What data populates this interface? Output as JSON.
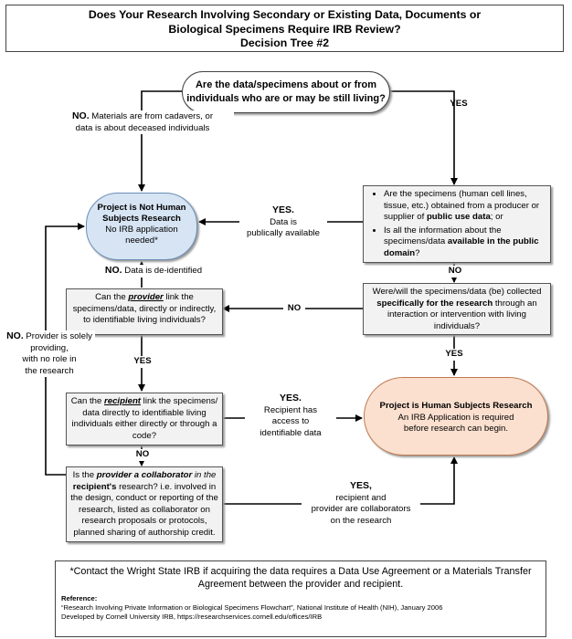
{
  "title": {
    "line1": "Does Your Research Involving Secondary or Existing Data, Documents or",
    "line2": "Biological Specimens Require IRB Review?",
    "line3": "Decision Tree #2"
  },
  "start": {
    "line1": "Are the data/specimens about or from",
    "line2": "individuals who are or may be still living?"
  },
  "labels": {
    "yes_top": "YES",
    "no_cadaver_bold": "NO.",
    "no_cadaver_text1": " Materials are from cadavers, or",
    "no_cadaver_text2": "data is about deceased individuals",
    "yes_public_bold": "YES.",
    "yes_public_text1": "Data is",
    "yes_public_text2": "publically available",
    "no_public": "NO",
    "no_deid_bold": "NO.",
    "no_deid_text": " Data is de-identified",
    "no_specific": "NO",
    "yes_specific": "YES",
    "no_provider_bold": "NO.",
    "no_provider_text1": " Provider is solely",
    "no_provider_text2": "providing,",
    "no_provider_text3": "with no role in",
    "no_provider_text4": "the research",
    "yes_provider_link": "YES",
    "yes_access_bold": "YES.",
    "yes_access_text1": "Recipient has",
    "yes_access_text2": "access to",
    "yes_access_text3": "identifiable data",
    "no_recipient": "NO",
    "yes_collab_bold": "YES,",
    "yes_collab_text1": "recipient and",
    "yes_collab_text2": "provider are collaborators",
    "yes_collab_text3": "on the research"
  },
  "not_human": {
    "title1": "Project is Not Human",
    "title2": "Subjects Research",
    "text1": "No IRB application",
    "text2": "needed*"
  },
  "public_box": {
    "bullet1_a": "Are the specimens (human cell lines, tissue, etc.) obtained from a producer or supplier of ",
    "bullet1_b": "public use data",
    "bullet1_c": "; or",
    "bullet2_a": "Is all the information about the specimens/data ",
    "bullet2_b": "available in the public domain",
    "bullet2_c": "?"
  },
  "specific_box": {
    "a": "Were/will the specimens/data (be) collected ",
    "b": "specifically for the research",
    "c": " through an interaction or intervention with living individuals?"
  },
  "provider_box": {
    "a": "Can the ",
    "b": "provider",
    "c": " link the specimens/data, directly or indirectly, to identifiable living individuals?"
  },
  "recipient_box": {
    "a": "Can the ",
    "b": "recipient",
    "c": " link the specimens/ data directly to identifiable living individuals either directly or through a code?"
  },
  "collab_box": {
    "a": "Is the ",
    "b": "provider a collaborator",
    "c": " in the ",
    "d": "recipient's",
    "e": " research? i.e. involved in the design, conduct or reporting of the research, listed as collaborator on research proposals or protocols, planned sharing of authorship credit."
  },
  "human": {
    "title": "Project is Human Subjects Research",
    "text": "An IRB Application is required before research can begin."
  },
  "footer": {
    "note": "*Contact the Wright State IRB if acquiring the data requires a Data Use Agreement or a Materials Transfer Agreement  between the provider and recipient.",
    "ref_label": "Reference:",
    "ref1": "“Research Involving Private Information or Biological Specimens Flowchart”, National Institute of Health (NIH), January 2006",
    "ref2": "Developed by Cornell University IRB, https://researchservices.cornell.edu/offices/IRB"
  }
}
